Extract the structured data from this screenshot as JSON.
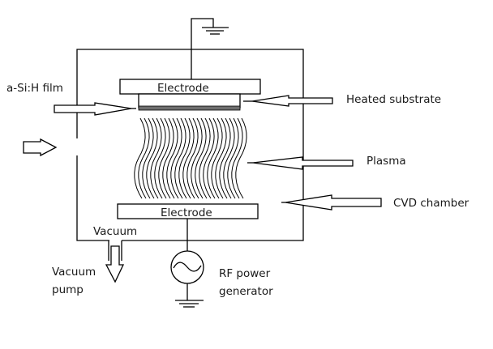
{
  "diagram": {
    "title": "PECVD of a-Si:H film",
    "labels": {
      "film": "a-Si:H film",
      "heated_substrate": "Heated substrate",
      "plasma": "Plasma",
      "cvd_chamber": "CVD chamber",
      "vacuum": "Vacuum",
      "vacuum_pump_line1": "Vacuum",
      "vacuum_pump_line2": "pump",
      "rf_line1": "RF power",
      "rf_line2": "generator",
      "top_electrode": "Electrode",
      "bottom_electrode": "Electrode"
    },
    "components": [
      "CVD chamber",
      "Top electrode (grounded)",
      "Heated substrate",
      "a-Si:H film",
      "Plasma",
      "Bottom electrode",
      "RF power generator",
      "Gas inlet",
      "Vacuum pump outlet"
    ],
    "colors": {
      "line": "#000000",
      "film": "#6e6e6e",
      "background": "#ffffff"
    }
  }
}
